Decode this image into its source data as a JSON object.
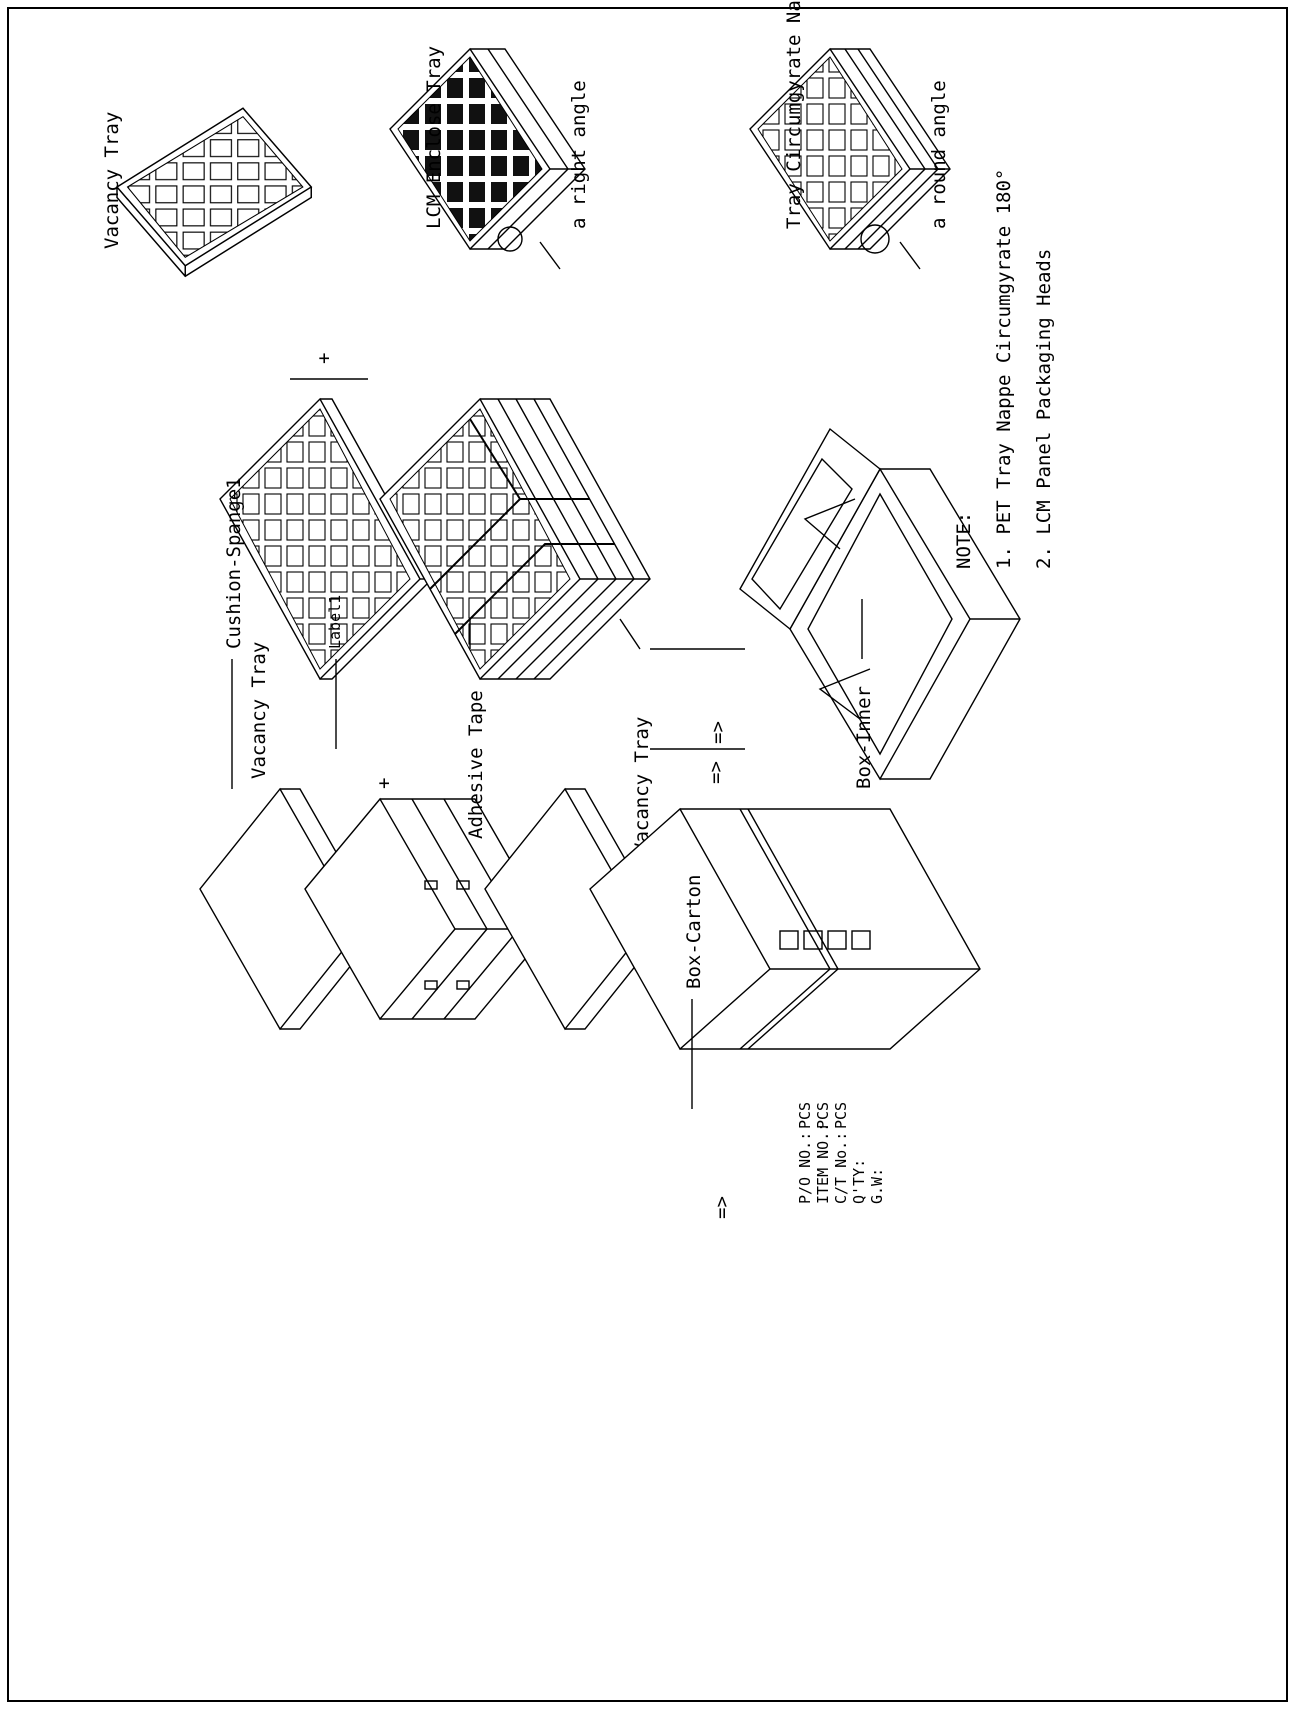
{
  "labels": {
    "vacancy_tray_1": "Vacancy Tray",
    "lcm_enclose_tray": "LCM Enclose Tray",
    "a_right_angle": "a right angle",
    "tray_circumgyrate_nappe": "Tray Circumgyrate Nappe",
    "a_round_angle": "a round angle",
    "vacancy_tray_2": "Vacancy Tray",
    "adhesive_tape": "Adhesive Tape",
    "vacancy_tray_3": "Vacancy Tray",
    "box_inner": "Box-Inner",
    "cushion_spange": "Cushion-Spange1",
    "label1": "Label1",
    "box_carton": "Box-Carton"
  },
  "symbols": {
    "plus": "+",
    "arrow": "=>"
  },
  "notes": {
    "heading": "NOTE:",
    "items": [
      "1. PET Tray Nappe Circumgyrate 180°",
      "2. LCM Panel Packaging Heads"
    ]
  },
  "carton_markings": {
    "lines": [
      "P/O NO.:",
      "ITEM NO.:",
      "C/T No.:",
      "Q'TY:",
      "G.W:"
    ],
    "units": [
      "PCS",
      "PCS",
      "PCS"
    ]
  },
  "colors": {
    "line": "#000000",
    "background": "#ffffff"
  }
}
